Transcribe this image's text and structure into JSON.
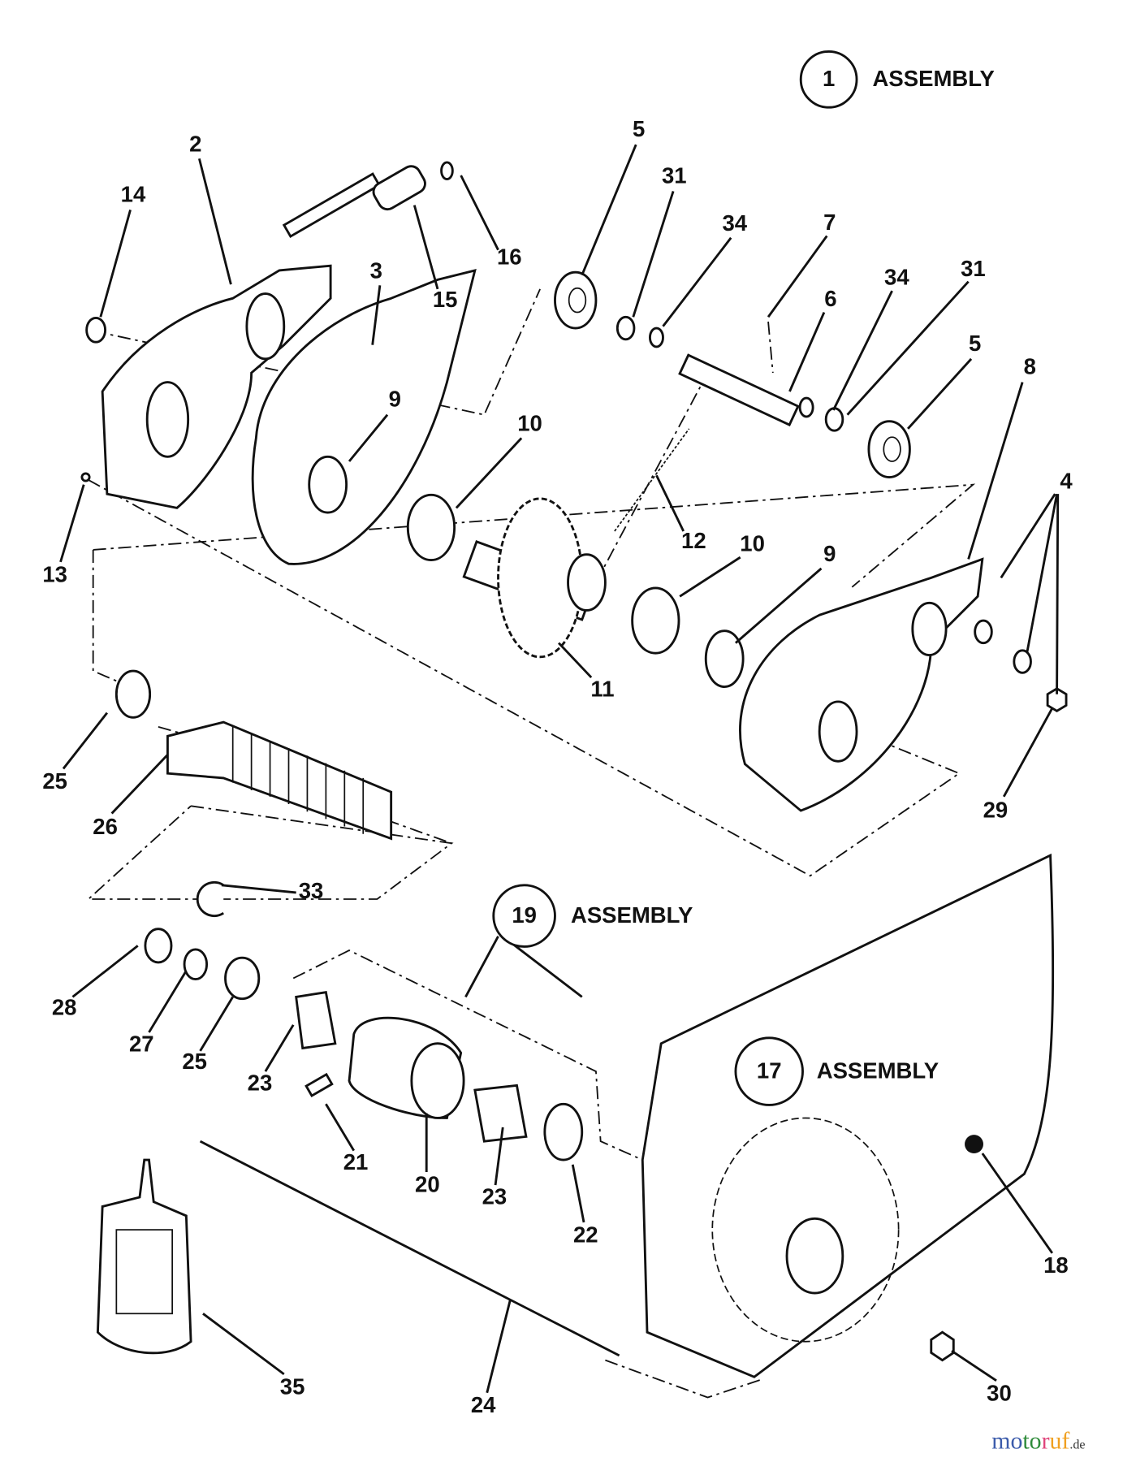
{
  "assemblies": [
    {
      "number": "1",
      "label": "ASSEMBLY"
    },
    {
      "number": "19",
      "label": "ASSEMBLY"
    },
    {
      "number": "17",
      "label": "ASSEMBLY"
    }
  ],
  "callouts": [
    "2",
    "14",
    "16",
    "15",
    "3",
    "5",
    "31",
    "34",
    "7",
    "6",
    "34",
    "31",
    "5",
    "8",
    "9",
    "10",
    "12",
    "10",
    "9",
    "4",
    "13",
    "11",
    "25",
    "26",
    "29",
    "33",
    "28",
    "27",
    "25",
    "23",
    "21",
    "20",
    "23",
    "22",
    "18",
    "35",
    "24",
    "30"
  ],
  "watermark": {
    "text": "motoruf",
    "suffix": ".de",
    "colors": [
      "#3b5bab",
      "#2e8b3a",
      "#e0457b",
      "#f0a020"
    ]
  }
}
